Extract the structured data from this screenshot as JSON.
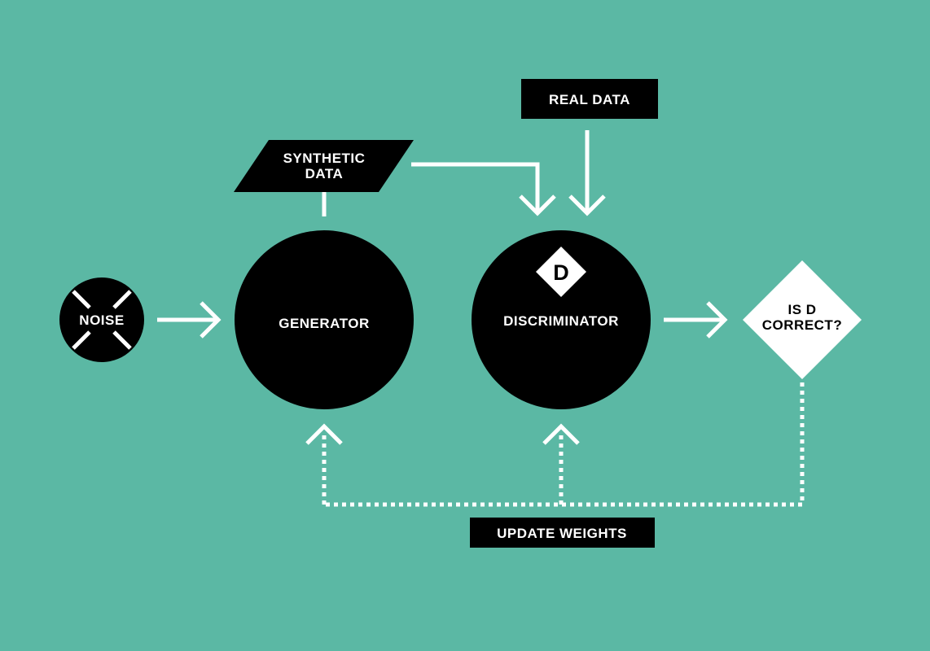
{
  "nodes": {
    "noise": {
      "label": "NOISE"
    },
    "generator": {
      "label": "GENERATOR"
    },
    "synthetic_data": {
      "line1": "SYNTHETIC",
      "line2": "DATA"
    },
    "real_data": {
      "label": "REAL DATA"
    },
    "discriminator": {
      "label": "DISCRIMINATOR",
      "badge": "D"
    },
    "decision": {
      "line1": "IS D",
      "line2": "CORRECT?"
    },
    "update_weights": {
      "label": "UPDATE WEIGHTS"
    }
  },
  "colors": {
    "background": "#5bb8a4",
    "node_fill": "#000000",
    "connector": "#ffffff"
  }
}
